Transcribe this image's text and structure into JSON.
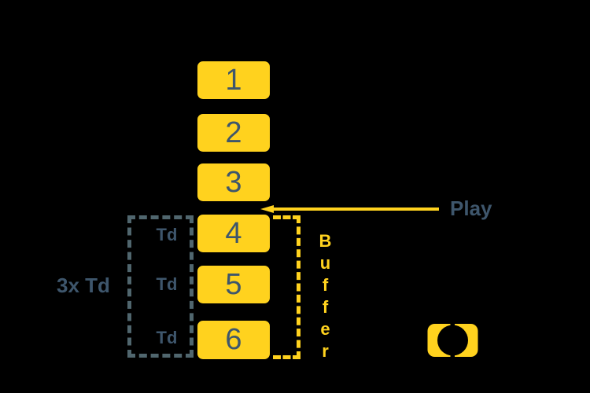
{
  "colors": {
    "yellow": "#FFD21E",
    "slate-text": "#3E566C",
    "slate-dash": "#50666E",
    "background": "#000000"
  },
  "diagram": {
    "segments": [
      "1",
      "2",
      "3",
      "4",
      "5",
      "6"
    ],
    "play_label": "Play",
    "buffer_label": "Buffer",
    "td_label": "Td",
    "td_total_label": "3x Td"
  },
  "icons": {
    "logo": "video-brand-logo"
  }
}
